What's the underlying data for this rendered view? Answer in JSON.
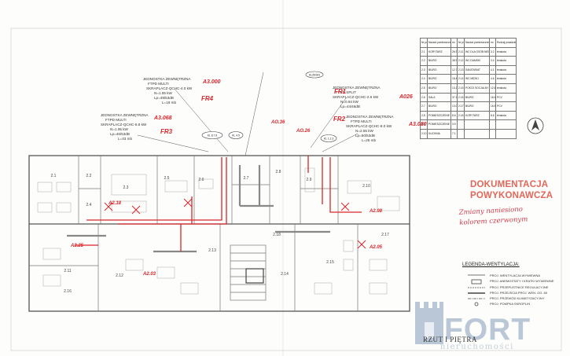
{
  "stamp": {
    "line1": "DOKUMENTACJA",
    "line2": "POWYKONAWCZA",
    "handwritten": "Zmiany naniesiono kolorem czerwonym"
  },
  "legend": {
    "title": "LEGENDA-WENTYLACJA:",
    "items": [
      "PROJ. WENTYLACJA WYWIEWNA",
      "PROJ. ANEMOSTATY I KRATKI WYWIEWNE",
      "PROJ. PRZEPUSTNICE REGULACYJNE",
      "PROJ. PRZEJŚCIA PROJ. WEN. OG. 60",
      "PROJ. PRZEWÓD KLIMATYZACYJNY",
      "PROJ. POMPKA SKROPLIN"
    ]
  },
  "sheet_title": "RZUT I PIĘTRA",
  "watermark": {
    "brand": "FORT",
    "sub": "nieruchomości"
  },
  "units": [
    {
      "label": "JEDNOSTKA ZEWNĘTRZNA",
      "model": "FTPD MULTI",
      "code": "A3.000",
      "tag": "FR4",
      "spec": "SKRAPLACZ-QCHC-4.0 kW",
      "power": "N=1.95 kW",
      "lp": "Lp=49/53dB",
      "len": "L=19 mb"
    },
    {
      "label": "JEDNOSTKA ZEWNĘTRZNA",
      "model": "FTPD MULTI",
      "code": "A3.068",
      "tag": "FR3",
      "spec": "SKRAPLACZ-QCHC-6.8 kW",
      "power": "N=1.95 kW",
      "lp": "Lp=46/53dB",
      "len": "L=43 mb"
    },
    {
      "label": "JEDNOSTKA ZEWNĘTRZNA",
      "model": "FTPD SPLIT",
      "code": "A026",
      "tag": "FR1",
      "spec": "SKRAPLACZ-QCHC-2.6 kW",
      "power": "N=0.94 kW",
      "lp": "Lp=44/46dB",
      "len": ""
    },
    {
      "label": "JEDNOSTKA ZEWNĘTRZNA",
      "model": "FTPD MULTI",
      "code": "A3.080",
      "tag": "FR2",
      "spec": "SKRAPLACZ-QCHC-8.0 kW",
      "power": "N=2.55 kW",
      "lp": "Lp=50/53dB",
      "len": "L=26 mb"
    }
  ],
  "top_tags": [
    "KL 8.7.8",
    "KL 4.5",
    "KL 1.2.3",
    "KLZEWG"
  ],
  "red_codes": [
    "AO.36",
    "AO.26",
    "A2.18",
    "A2.08",
    "A2.05",
    "A2.25",
    "A2.03"
  ],
  "rooms": [
    "2.1",
    "2.2",
    "2.3",
    "2.4",
    "2.5",
    "2.6",
    "2.7",
    "2.8",
    "2.9",
    "2.10",
    "2.11",
    "2.12",
    "2.13",
    "2.14",
    "2.15",
    "2.16",
    "2.17",
    "2.18"
  ],
  "room_table": [
    [
      "Nr pom.",
      "Nazwa pomieszczenia",
      "m²",
      "Nr pom.",
      "Nazwa pomieszczenia",
      "m²",
      "Rodzaj posadzki"
    ],
    [
      "2.1",
      "KORYTARZ",
      "26.9",
      "2.11",
      "WC DLA OSÓB NIEPEŁNOSPR.",
      "3.2",
      "terakota"
    ],
    [
      "2.2",
      "BIURO",
      "38.9",
      "2.12",
      "WC DAMSKI",
      "3.4",
      "terakota"
    ],
    [
      "2.3",
      "BIURO",
      "12.7",
      "2.13",
      "SANITARIAT",
      "4.1",
      "terakota"
    ],
    [
      "2.4",
      "BIURO",
      "18.4",
      "2.14",
      "WC MĘSKI",
      "4.6",
      "terakota"
    ],
    [
      "2.5",
      "BIURO",
      "13.2",
      "2.15",
      "POKÓJ SOCJALNY",
      "12.6",
      "terakota"
    ],
    [
      "2.6",
      "SALA",
      "37.1",
      "2.16",
      "BIURO",
      "18.4",
      "PCV"
    ],
    [
      "2.7",
      "BIURO",
      "13.0",
      "2.17",
      "BIURO",
      "16.5",
      "PCV"
    ],
    [
      "2.8",
      "POMIESZCZENIE TECHN.",
      "8.6",
      "2.18",
      "KORYTARZ",
      "8.6",
      "terakota"
    ],
    [
      "2.9",
      "POMIESZCZENIE",
      "3.9",
      "",
      "",
      "",
      ""
    ],
    [
      "2.10",
      "KUCHNIA",
      "7.1",
      "",
      "",
      "",
      ""
    ]
  ],
  "colors": {
    "red": "#d9252b",
    "plan": "#6b6b6b",
    "stamp": "#e2665a",
    "watermark": "#b9c7d6"
  }
}
